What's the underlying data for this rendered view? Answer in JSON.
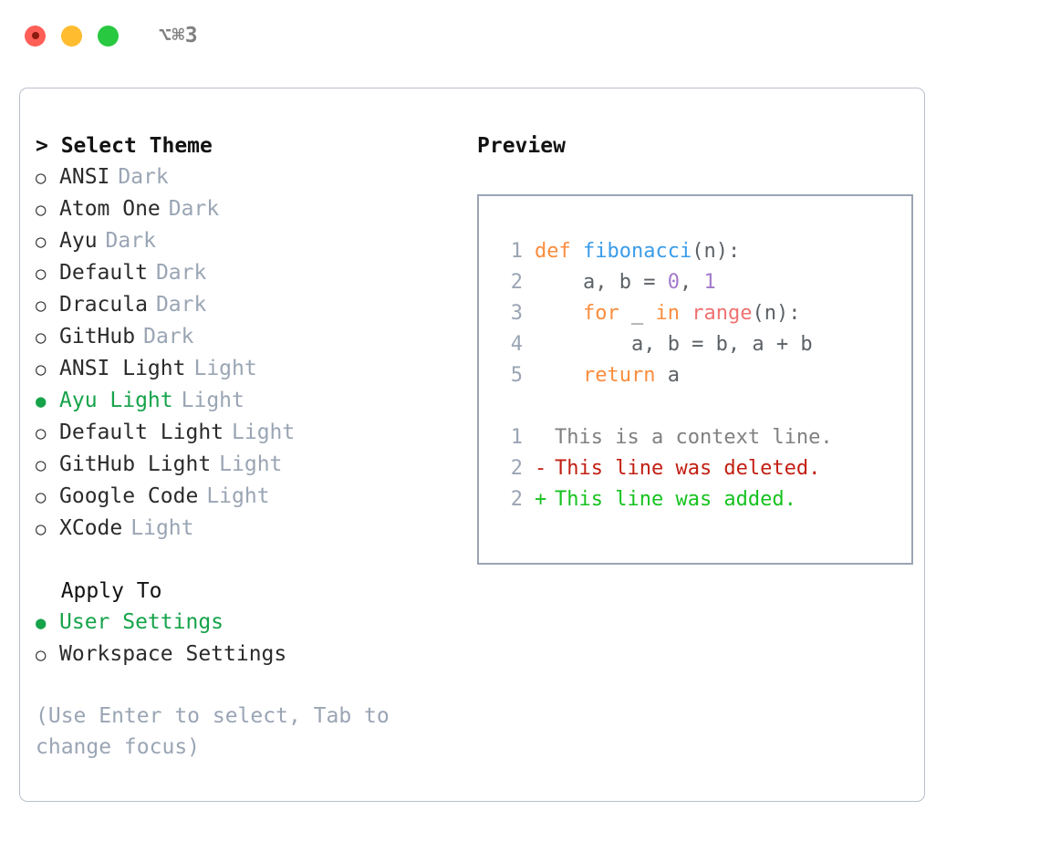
{
  "titlebar": {
    "shortcut": "⌥⌘3",
    "lights": [
      "close",
      "minimize",
      "maximize"
    ]
  },
  "theme_section": {
    "prefix": "> ",
    "title": "Select Theme",
    "focused": true,
    "options": [
      {
        "label": "ANSI",
        "tag": "Dark",
        "selected": false,
        "bullet": "○"
      },
      {
        "label": "Atom One",
        "tag": "Dark",
        "selected": false,
        "bullet": "○"
      },
      {
        "label": "Ayu",
        "tag": "Dark",
        "selected": false,
        "bullet": "○"
      },
      {
        "label": "Default",
        "tag": "Dark",
        "selected": false,
        "bullet": "○"
      },
      {
        "label": "Dracula",
        "tag": "Dark",
        "selected": false,
        "bullet": "○"
      },
      {
        "label": "GitHub",
        "tag": "Dark",
        "selected": false,
        "bullet": "○"
      },
      {
        "label": "ANSI Light",
        "tag": "Light",
        "selected": false,
        "bullet": "○"
      },
      {
        "label": "Ayu Light",
        "tag": "Light",
        "selected": true,
        "bullet": "●"
      },
      {
        "label": "Default Light",
        "tag": "Light",
        "selected": false,
        "bullet": "○"
      },
      {
        "label": "GitHub Light",
        "tag": "Light",
        "selected": false,
        "bullet": "○"
      },
      {
        "label": "Google Code",
        "tag": "Light",
        "selected": false,
        "bullet": "○"
      },
      {
        "label": "XCode",
        "tag": "Light",
        "selected": false,
        "bullet": "○"
      }
    ]
  },
  "apply_section": {
    "prefix": "  ",
    "title": "Apply To",
    "focused": false,
    "options": [
      {
        "label": "User Settings",
        "selected": true,
        "bullet": "●"
      },
      {
        "label": "Workspace Settings",
        "selected": false,
        "bullet": "○"
      }
    ]
  },
  "hint": "(Use Enter to select, Tab to change focus)",
  "preview": {
    "title": "Preview",
    "code_lines": [
      {
        "no": "1",
        "tokens": [
          {
            "t": "def ",
            "c": "kw"
          },
          {
            "t": "fibonacci",
            "c": "fn"
          },
          {
            "t": "(n):",
            "c": "pun"
          }
        ]
      },
      {
        "no": "2",
        "tokens": [
          {
            "t": "    a, b = ",
            "c": "txt"
          },
          {
            "t": "0",
            "c": "num"
          },
          {
            "t": ", ",
            "c": "pun"
          },
          {
            "t": "1",
            "c": "num"
          }
        ]
      },
      {
        "no": "3",
        "tokens": [
          {
            "t": "    ",
            "c": "txt"
          },
          {
            "t": "for",
            "c": "kw"
          },
          {
            "t": " _ ",
            "c": "txt"
          },
          {
            "t": "in",
            "c": "kw"
          },
          {
            "t": " ",
            "c": "txt"
          },
          {
            "t": "range",
            "c": "call"
          },
          {
            "t": "(n):",
            "c": "pun"
          }
        ]
      },
      {
        "no": "4",
        "tokens": [
          {
            "t": "        a, b = b, a + b",
            "c": "txt"
          }
        ]
      },
      {
        "no": "5",
        "tokens": [
          {
            "t": "    ",
            "c": "txt"
          },
          {
            "t": "return",
            "c": "kw"
          },
          {
            "t": " a",
            "c": "txt"
          }
        ]
      }
    ],
    "diff_lines": [
      {
        "no": "1",
        "marker": " ",
        "text": "This is a context line.",
        "kind": "ctx"
      },
      {
        "no": "2",
        "marker": "-",
        "text": "This line was deleted.",
        "kind": "del"
      },
      {
        "no": "2",
        "marker": "+",
        "text": "This line was added.",
        "kind": "add"
      }
    ]
  },
  "colors": {
    "accent_green": "#16a34a",
    "muted": "#9aa5b4",
    "keyword": "#fa8d3e",
    "function": "#3a9ce8",
    "number": "#a37acc",
    "call": "#f07171",
    "diff_add": "#16c21f",
    "diff_del": "#c21f12"
  }
}
